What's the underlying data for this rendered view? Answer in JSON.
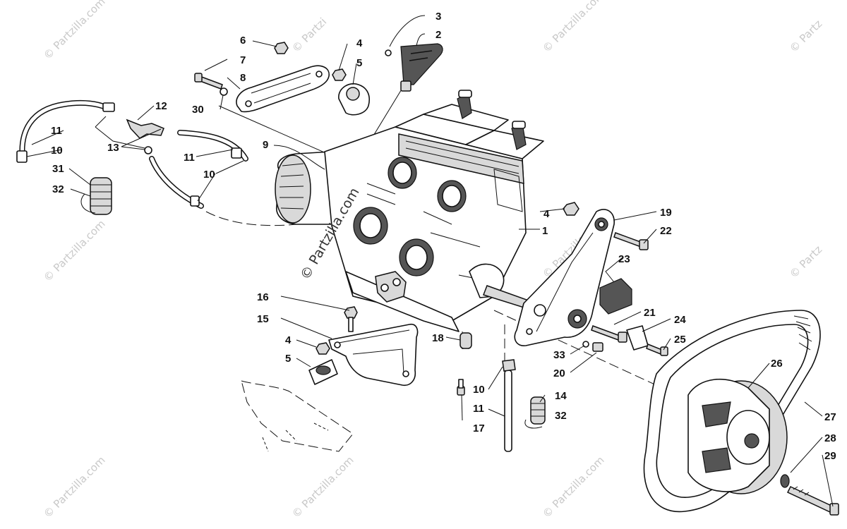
{
  "watermark": {
    "main": "© Partzilla.com",
    "tile": "© Partzilla.com",
    "tile_short": "© Partzi",
    "tile_right": "© Partz"
  },
  "callouts": [
    {
      "id": "c1",
      "text": "1"
    },
    {
      "id": "c2",
      "text": "2"
    },
    {
      "id": "c3",
      "text": "3"
    },
    {
      "id": "c4a",
      "text": "4"
    },
    {
      "id": "c4b",
      "text": "4"
    },
    {
      "id": "c4c",
      "text": "4"
    },
    {
      "id": "c5a",
      "text": "5"
    },
    {
      "id": "c5b",
      "text": "5"
    },
    {
      "id": "c6",
      "text": "6"
    },
    {
      "id": "c7",
      "text": "7"
    },
    {
      "id": "c8",
      "text": "8"
    },
    {
      "id": "c9",
      "text": "9"
    },
    {
      "id": "c10a",
      "text": "10"
    },
    {
      "id": "c10b",
      "text": "10"
    },
    {
      "id": "c10c",
      "text": "10"
    },
    {
      "id": "c11a",
      "text": "11"
    },
    {
      "id": "c11b",
      "text": "11"
    },
    {
      "id": "c11c",
      "text": "11"
    },
    {
      "id": "c12",
      "text": "12"
    },
    {
      "id": "c13",
      "text": "13"
    },
    {
      "id": "c14",
      "text": "14"
    },
    {
      "id": "c15",
      "text": "15"
    },
    {
      "id": "c16",
      "text": "16"
    },
    {
      "id": "c17",
      "text": "17"
    },
    {
      "id": "c18",
      "text": "18"
    },
    {
      "id": "c19",
      "text": "19"
    },
    {
      "id": "c20",
      "text": "20"
    },
    {
      "id": "c21",
      "text": "21"
    },
    {
      "id": "c22",
      "text": "22"
    },
    {
      "id": "c23",
      "text": "23"
    },
    {
      "id": "c24",
      "text": "24"
    },
    {
      "id": "c25",
      "text": "25"
    },
    {
      "id": "c26",
      "text": "26"
    },
    {
      "id": "c27",
      "text": "27"
    },
    {
      "id": "c28",
      "text": "28"
    },
    {
      "id": "c29",
      "text": "29"
    },
    {
      "id": "c30",
      "text": "30"
    },
    {
      "id": "c31",
      "text": "31"
    },
    {
      "id": "c32a",
      "text": "32"
    },
    {
      "id": "c32b",
      "text": "32"
    },
    {
      "id": "c33",
      "text": "33"
    }
  ]
}
